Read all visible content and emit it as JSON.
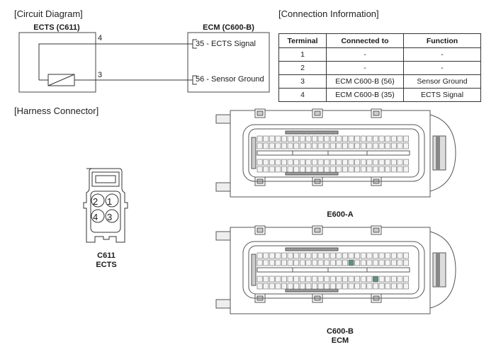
{
  "sections": {
    "circuit_diagram": "[Circuit Diagram]",
    "connection_information": "[Connection Information]",
    "harness_connector": "[Harness Connector]"
  },
  "circuit": {
    "sensor_title": "ECTS (C611)",
    "ecm_title": "ECM (C600-B)",
    "sensor_pins": [
      {
        "pin": "4",
        "ecm_label": "35 - ECTS Signal"
      },
      {
        "pin": "3",
        "ecm_label": "56 - Sensor Ground"
      }
    ]
  },
  "connection_table": {
    "headers": [
      "Terminal",
      "Connected to",
      "Function"
    ],
    "rows": [
      [
        "1",
        "-",
        "-"
      ],
      [
        "2",
        "-",
        "-"
      ],
      [
        "3",
        "ECM C600-B (56)",
        "Sensor Ground"
      ],
      [
        "4",
        "ECM C600-B (35)",
        "ECTS Signal"
      ]
    ]
  },
  "connectors": {
    "c611": {
      "name": "C611",
      "desc": "ECTS",
      "pins_top": [
        "2",
        "1"
      ],
      "pins_bottom": [
        "4",
        "3"
      ]
    },
    "e600a": {
      "name": "E600-A",
      "highlighted_pins": []
    },
    "c600b": {
      "name": "C600-B",
      "desc": "ECM",
      "highlighted_pins": [
        "35",
        "56"
      ],
      "highlight_color": "#5f8f80"
    }
  }
}
